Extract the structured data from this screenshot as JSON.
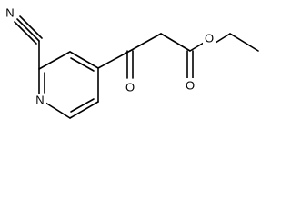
{
  "molecule": {
    "atoms": {
      "nitrile_n": "N",
      "ring_n": "N",
      "ketone_o": "O",
      "ester_carbonyl_o": "O",
      "ester_ether_o": "O"
    },
    "colors": {
      "bond": "#000000",
      "label": "#000000",
      "background": "#ffffff"
    }
  }
}
